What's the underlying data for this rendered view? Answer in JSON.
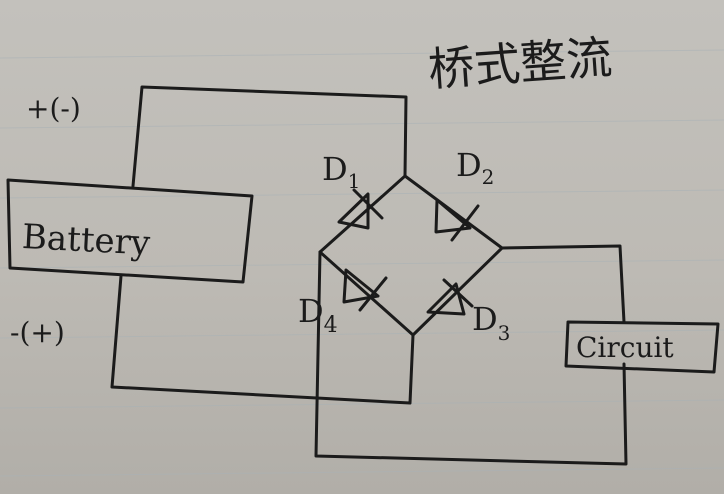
{
  "title": "桥式整流",
  "battery": {
    "label": "Battery"
  },
  "terminals": {
    "top": "+(-)",
    "bottom": "-(+)"
  },
  "load": {
    "label": "Circuit"
  },
  "diodes": {
    "d1": {
      "letter": "D",
      "sub": "1"
    },
    "d2": {
      "letter": "D",
      "sub": "2"
    },
    "d3": {
      "letter": "D",
      "sub": "3"
    },
    "d4": {
      "letter": "D",
      "sub": "4"
    }
  }
}
